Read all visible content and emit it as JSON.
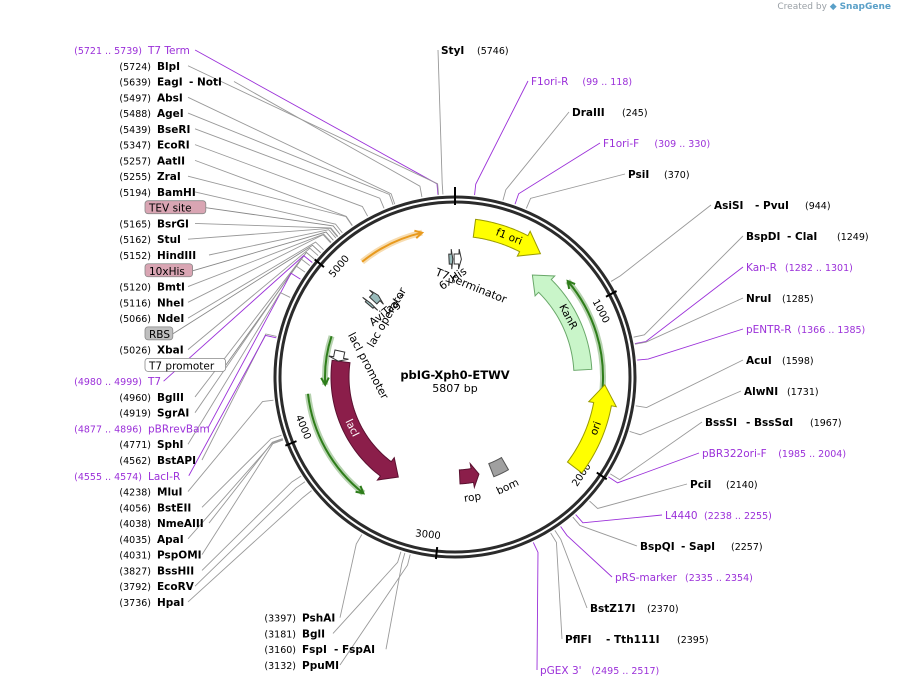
{
  "credit": {
    "prefix": "Created by",
    "brand": "SnapGene"
  },
  "plasmid": {
    "name": "pbIG-Xph0-ETWV",
    "size": "5807 bp",
    "length": 5807
  },
  "colors": {
    "enzyme": "#000000",
    "primer": "#9b30d9",
    "feature_box": "#d9a5b3",
    "rbs_box": "#bfbfbf",
    "yellow": "#ffff00",
    "kanr": "#c9f5c9",
    "laci": "#8b1e4a",
    "rop": "#8b1e4a",
    "bom": "#a0a0a0",
    "arrow_green": "#2e7d1a",
    "arrow_orange": "#e89a1e"
  },
  "ticks": [
    {
      "label": "1000",
      "pos": 1000
    },
    {
      "label": "2000",
      "pos": 2000
    },
    {
      "label": "3000",
      "pos": 3000
    },
    {
      "label": "4000",
      "pos": 4000
    },
    {
      "label": "5000",
      "pos": 5000
    }
  ],
  "left_labels": [
    {
      "kind": "primer",
      "pos": 5721,
      "coord": "(5721 .. 5739)",
      "name": "T7 Term"
    },
    {
      "kind": "enzyme",
      "pos": 5724,
      "coord": "(5724)",
      "name": "BlpI"
    },
    {
      "kind": "enzyme",
      "pos": 5639,
      "coord": "(5639)",
      "name": "EagI",
      "name2": "- NotI"
    },
    {
      "kind": "enzyme",
      "pos": 5497,
      "coord": "(5497)",
      "name": "AbsI"
    },
    {
      "kind": "enzyme",
      "pos": 5488,
      "coord": "(5488)",
      "name": "AgeI"
    },
    {
      "kind": "enzyme",
      "pos": 5439,
      "coord": "(5439)",
      "name": "BseRI"
    },
    {
      "kind": "enzyme",
      "pos": 5347,
      "coord": "(5347)",
      "name": "EcoRI"
    },
    {
      "kind": "enzyme",
      "pos": 5257,
      "coord": "(5257)",
      "name": "AatII"
    },
    {
      "kind": "enzyme",
      "pos": 5255,
      "coord": "(5255)",
      "name": "ZraI"
    },
    {
      "kind": "enzyme",
      "pos": 5194,
      "coord": "(5194)",
      "name": "BamHI"
    },
    {
      "kind": "feature",
      "pos": 5180,
      "coord": "",
      "name": "TEV site"
    },
    {
      "kind": "enzyme",
      "pos": 5165,
      "coord": "(5165)",
      "name": "BsrGI"
    },
    {
      "kind": "enzyme",
      "pos": 5162,
      "coord": "(5162)",
      "name": "StuI"
    },
    {
      "kind": "enzyme",
      "pos": 5152,
      "coord": "(5152)",
      "name": "HindIII"
    },
    {
      "kind": "feature",
      "pos": 5135,
      "coord": "",
      "name": "10xHis"
    },
    {
      "kind": "enzyme",
      "pos": 5120,
      "coord": "(5120)",
      "name": "BmtI"
    },
    {
      "kind": "enzyme",
      "pos": 5116,
      "coord": "(5116)",
      "name": "NheI"
    },
    {
      "kind": "enzyme",
      "pos": 5066,
      "coord": "(5066)",
      "name": "NdeI"
    },
    {
      "kind": "rbs",
      "pos": 5045,
      "coord": "",
      "name": "RBS"
    },
    {
      "kind": "enzyme",
      "pos": 5026,
      "coord": "(5026)",
      "name": "XbaI"
    },
    {
      "kind": "promoter",
      "pos": 5000,
      "coord": "",
      "name": "T7 promoter"
    },
    {
      "kind": "primer",
      "pos": 4980,
      "coord": "(4980 .. 4999)",
      "name": "T7"
    },
    {
      "kind": "enzyme",
      "pos": 4960,
      "coord": "(4960)",
      "name": "BglII"
    },
    {
      "kind": "enzyme",
      "pos": 4919,
      "coord": "(4919)",
      "name": "SgrAI"
    },
    {
      "kind": "primer",
      "pos": 4877,
      "coord": "(4877 .. 4896)",
      "name": "pBRrevBam"
    },
    {
      "kind": "enzyme",
      "pos": 4771,
      "coord": "(4771)",
      "name": "SphI"
    },
    {
      "kind": "enzyme",
      "pos": 4562,
      "coord": "(4562)",
      "name": "BstAPI"
    },
    {
      "kind": "primer",
      "pos": 4555,
      "coord": "(4555 .. 4574)",
      "name": "LacI-R"
    },
    {
      "kind": "enzyme",
      "pos": 4238,
      "coord": "(4238)",
      "name": "MluI"
    },
    {
      "kind": "enzyme",
      "pos": 4056,
      "coord": "(4056)",
      "name": "BstEII"
    },
    {
      "kind": "enzyme",
      "pos": 4038,
      "coord": "(4038)",
      "name": "NmeAIII"
    },
    {
      "kind": "enzyme",
      "pos": 4035,
      "coord": "(4035)",
      "name": "ApaI"
    },
    {
      "kind": "enzyme",
      "pos": 4031,
      "coord": "(4031)",
      "name": "PspOMI"
    },
    {
      "kind": "enzyme",
      "pos": 3827,
      "coord": "(3827)",
      "name": "BssHII"
    },
    {
      "kind": "enzyme",
      "pos": 3792,
      "coord": "(3792)",
      "name": "EcoRV"
    },
    {
      "kind": "enzyme",
      "pos": 3736,
      "coord": "(3736)",
      "name": "HpaI"
    },
    {
      "kind": "enzyme",
      "pos": 3397,
      "coord": "(3397)",
      "name": "PshAI"
    },
    {
      "kind": "enzyme",
      "pos": 3181,
      "coord": "(3181)",
      "name": "BglI"
    },
    {
      "kind": "enzyme",
      "pos": 3160,
      "coord": "(3160)",
      "name": "FspI",
      "name2": "- FspAI"
    },
    {
      "kind": "enzyme",
      "pos": 3132,
      "coord": "(3132)",
      "name": "PpuMI"
    }
  ],
  "right_labels": [
    {
      "kind": "enzyme",
      "pos": 5746,
      "name": "StyI",
      "coord": "(5746)"
    },
    {
      "kind": "primer",
      "pos": 99,
      "name": "F1ori-R",
      "coord": "(99 .. 118)"
    },
    {
      "kind": "enzyme",
      "pos": 245,
      "name": "DraIII",
      "coord": "(245)"
    },
    {
      "kind": "primer",
      "pos": 309,
      "name": "F1ori-F",
      "coord": "(309 .. 330)"
    },
    {
      "kind": "enzyme",
      "pos": 370,
      "name": "PsiI",
      "coord": "(370)"
    },
    {
      "kind": "enzyme",
      "pos": 944,
      "name": "AsiSI",
      "name2": "- PvuI",
      "coord": "(944)"
    },
    {
      "kind": "enzyme",
      "pos": 1249,
      "name": "BspDI",
      "name2": "- ClaI",
      "coord": "(1249)"
    },
    {
      "kind": "primer",
      "pos": 1282,
      "name": "Kan-R",
      "coord": "(1282 .. 1301)"
    },
    {
      "kind": "enzyme",
      "pos": 1285,
      "name": "NruI",
      "coord": "(1285)"
    },
    {
      "kind": "primer",
      "pos": 1366,
      "name": "pENTR-R",
      "coord": "(1366 .. 1385)"
    },
    {
      "kind": "enzyme",
      "pos": 1598,
      "name": "AcuI",
      "coord": "(1598)"
    },
    {
      "kind": "enzyme",
      "pos": 1731,
      "name": "AlwNI",
      "coord": "(1731)"
    },
    {
      "kind": "enzyme",
      "pos": 1967,
      "name": "BssSI",
      "name2": "- BssSαI",
      "coord": "(1967)"
    },
    {
      "kind": "primer",
      "pos": 1985,
      "name": "pBR322ori-F",
      "coord": "(1985 .. 2004)"
    },
    {
      "kind": "enzyme",
      "pos": 2140,
      "name": "PciI",
      "coord": "(2140)"
    },
    {
      "kind": "primer",
      "pos": 2238,
      "name": "L4440",
      "coord": "(2238 .. 2255)"
    },
    {
      "kind": "enzyme",
      "pos": 2257,
      "name": "BspQI",
      "name2": "- SapI",
      "coord": "(2257)"
    },
    {
      "kind": "primer",
      "pos": 2335,
      "name": "pRS-marker",
      "coord": "(2335 .. 2354)"
    },
    {
      "kind": "enzyme",
      "pos": 2370,
      "name": "BstZ17I",
      "coord": "(2370)"
    },
    {
      "kind": "enzyme",
      "pos": 2395,
      "name": "PflFI",
      "name2": "- Tth111I",
      "coord": "(2395)"
    },
    {
      "kind": "primer",
      "pos": 2495,
      "name": "pGEX 3'",
      "coord": "(2495 .. 2517)"
    }
  ],
  "features": [
    {
      "name": "f1 ori",
      "type": "yellow",
      "start": 120,
      "end": 560,
      "dir": 1,
      "track": "mid"
    },
    {
      "name": "KanR",
      "type": "kanr",
      "start": 600,
      "end": 1400,
      "dir": -1,
      "track": "inner"
    },
    {
      "name": "ori",
      "type": "yellow",
      "start": 1500,
      "end": 2050,
      "dir": -1,
      "track": "mid"
    },
    {
      "name": "bom",
      "type": "bom",
      "start": 2420,
      "end": 2560,
      "dir": 0,
      "track": "inner"
    },
    {
      "name": "rop",
      "type": "rop",
      "start": 2680,
      "end": 2860,
      "dir": -1,
      "track": "inner"
    },
    {
      "name": "lacI",
      "type": "laci",
      "start": 3380,
      "end": 4480,
      "dir": -1,
      "track": "inner"
    },
    {
      "name": "lacI promoter",
      "type": "promoter",
      "start": 4480,
      "end": 4560,
      "dir": -1,
      "track": "inner"
    },
    {
      "name": "lac operator",
      "type": "small",
      "start": 5000,
      "end": 5020,
      "dir": 1,
      "track": "mid"
    },
    {
      "name": "AviTag™",
      "type": "small",
      "start": 5050,
      "end": 5110,
      "dir": 1,
      "track": "mid"
    },
    {
      "name": "6xHis",
      "type": "small",
      "start": 5760,
      "end": 5790,
      "dir": 1,
      "track": "mid"
    },
    {
      "name": "T7 terminator",
      "type": "promoter",
      "start": 5800,
      "end": 50,
      "dir": 1,
      "track": "mid"
    }
  ],
  "center_labels": [
    {
      "text": "lac operator",
      "key": "lac_operator"
    },
    {
      "text": "AviTag™",
      "key": "avitag"
    },
    {
      "text": "6xHis",
      "key": "his"
    },
    {
      "text": "T7 terminator",
      "key": "t7term"
    },
    {
      "text": "lacI promoter",
      "key": "laci_prom"
    }
  ]
}
